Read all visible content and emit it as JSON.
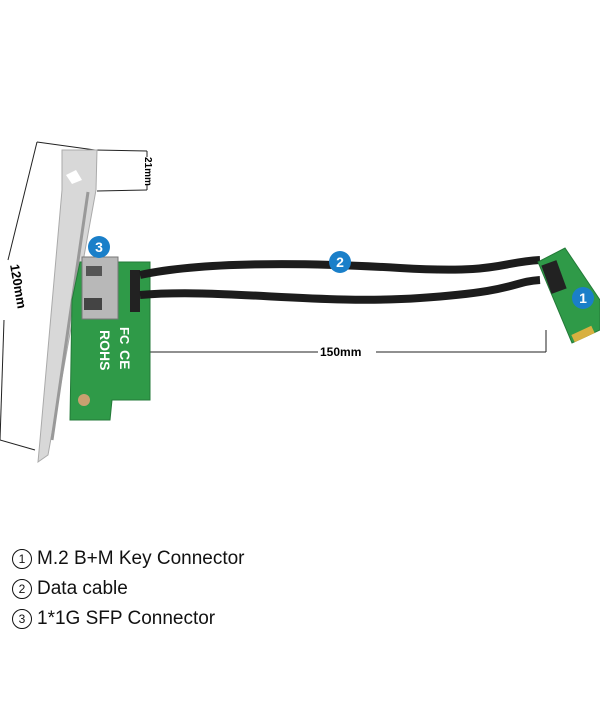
{
  "dimensions": {
    "height_total": "120mm",
    "bracket_top": "21mm",
    "cable_length": "150mm"
  },
  "badges": {
    "one": "1",
    "two": "2",
    "three": "3"
  },
  "board_markings": {
    "rohs": "ROHS",
    "ce": "CE",
    "fc": "FC"
  },
  "legend": [
    {
      "num": "1",
      "label": "M.2 B+M Key Connector"
    },
    {
      "num": "2",
      "label": "Data cable"
    },
    {
      "num": "3",
      "label": "1*1G SFP Connector"
    }
  ],
  "colors": {
    "badge": "#1a7fc9",
    "pcb": "#2f9a48",
    "cable": "#1c1c1c"
  }
}
